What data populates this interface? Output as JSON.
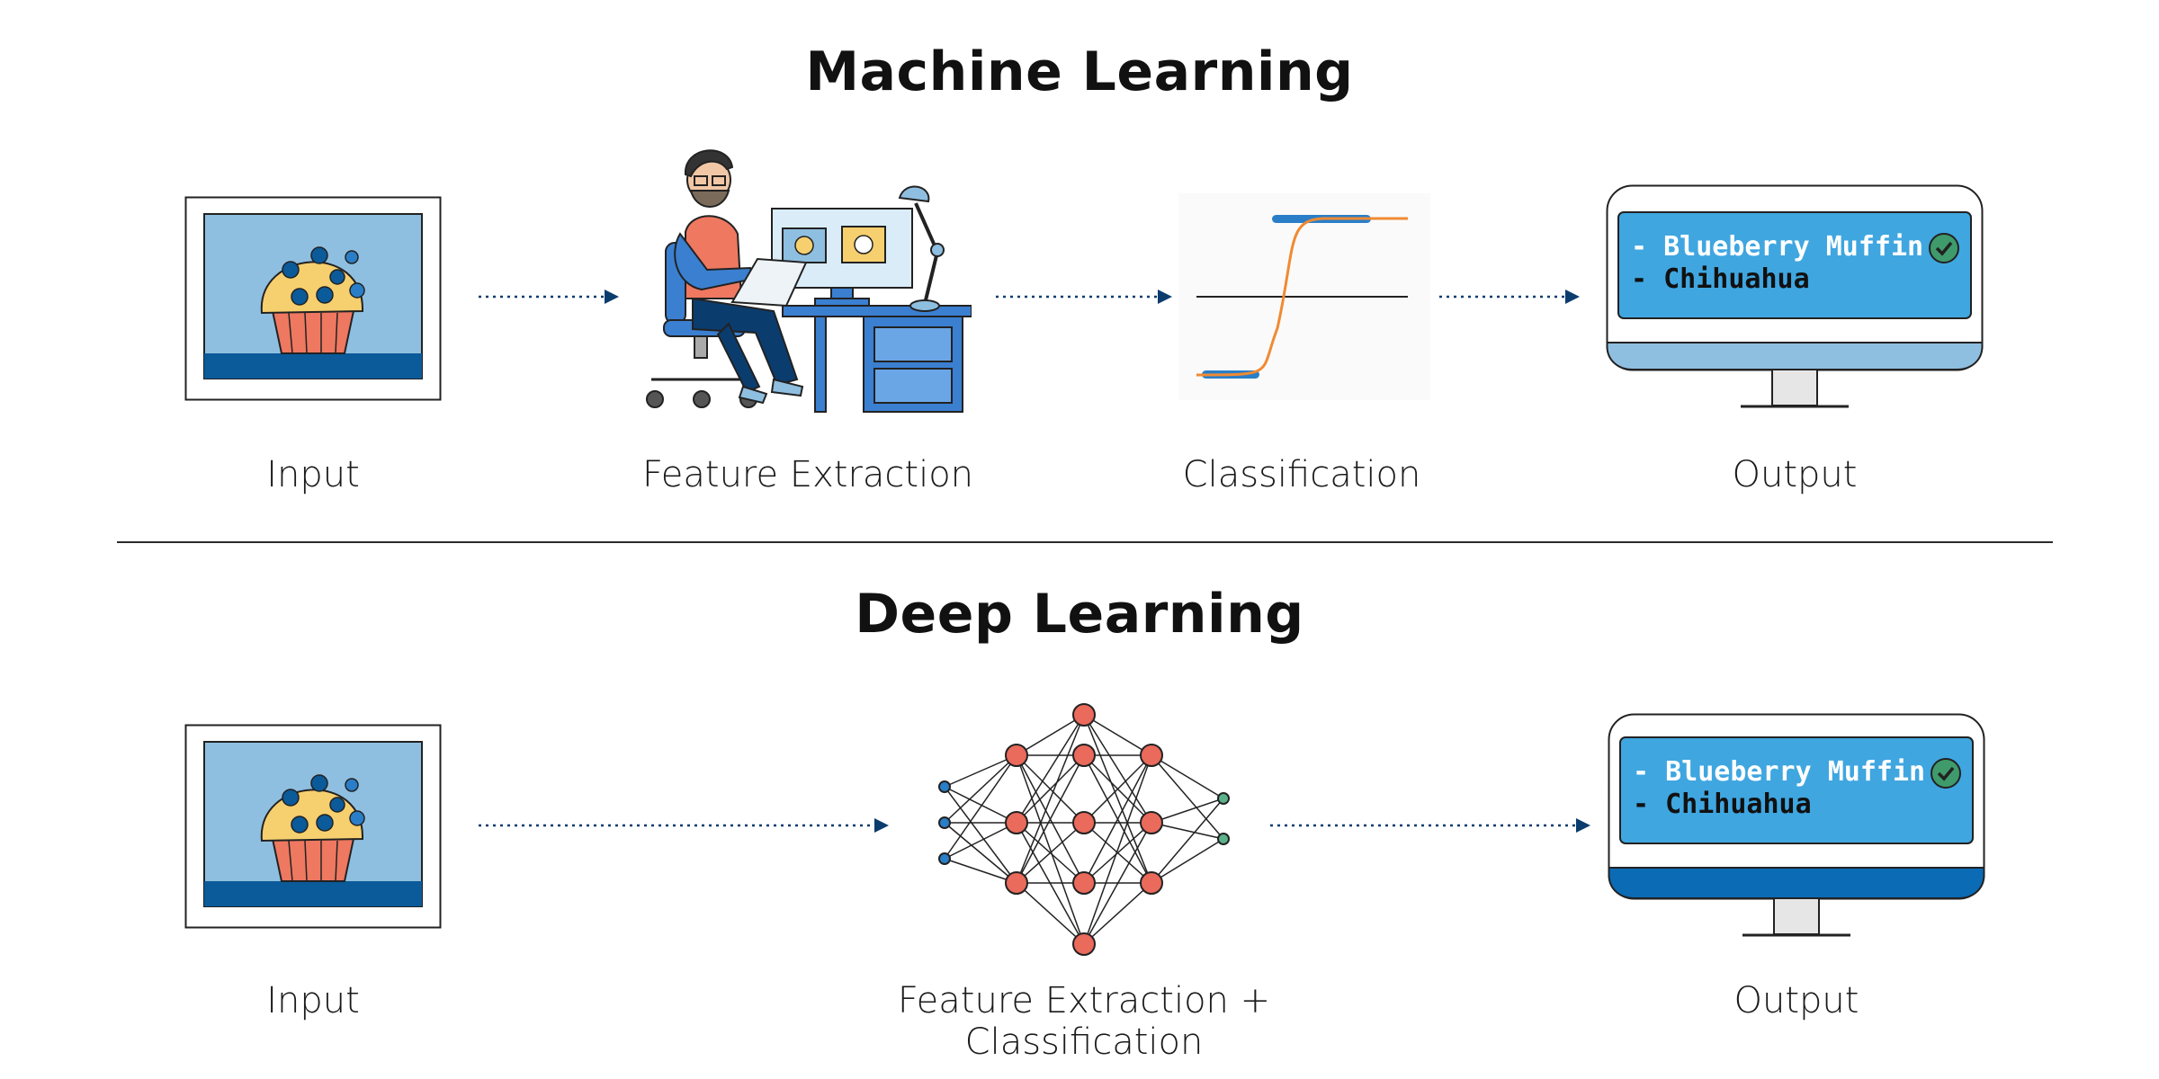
{
  "machine_learning": {
    "title": "Machine Learning",
    "steps": [
      "Input",
      "Feature Extraction",
      "Classification",
      "Output"
    ],
    "output_lines": [
      "- Blueberry Muffin",
      "- Chihuahua"
    ]
  },
  "deep_learning": {
    "title": "Deep Learning",
    "steps": [
      "Input",
      "Feature Extraction + Classification",
      "Output"
    ],
    "output_lines": [
      "- Blueberry Muffin",
      "- Chihuahua"
    ]
  },
  "colors": {
    "screen_blue": "#3fa6e0",
    "dark_blue": "#0b3c6e",
    "muffin_top": "#f6cf6f",
    "muffin_cup": "#ee7860",
    "frame_bg": "#8fbfe0",
    "node_red": "#ea6a5b",
    "node_blue": "#2a7ec8",
    "node_green": "#5bb28a",
    "curve_orange": "#f08a33",
    "check_green": "#3f9b6b"
  },
  "icons": [
    "muffin-image-icon",
    "person-at-computer-icon",
    "sigmoid-chart-icon",
    "monitor-icon",
    "neural-network-icon",
    "check-icon"
  ]
}
